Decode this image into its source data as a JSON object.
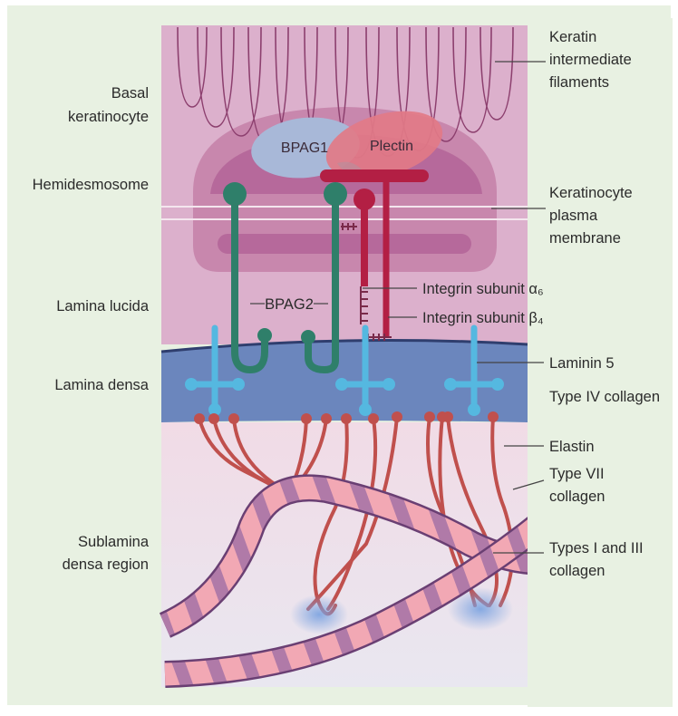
{
  "diagram": {
    "left_labels": {
      "basal_keratinocyte": [
        "Basal",
        "keratinocyte"
      ],
      "hemidesmosome": "Hemidesmosome",
      "lamina_lucida": "Lamina lucida",
      "lamina_densa": "Lamina densa",
      "sublamina_densa_region": [
        "Sublamina",
        "densa region"
      ]
    },
    "right_labels": {
      "keratin_filaments": [
        "Keratin",
        "intermediate",
        "filaments"
      ],
      "plasma_membrane": [
        "Keratinocyte",
        "plasma",
        "membrane"
      ],
      "integrin_alpha6": "Integrin subunit α₆",
      "integrin_beta4": "Integrin subunit β₄",
      "laminin5": "Laminin 5",
      "type_iv_collagen": "Type IV collagen",
      "elastin": "Elastin",
      "type_vii_collagen": [
        "Type VII",
        "collagen"
      ],
      "types_i_iii_collagen": [
        "Types I and III",
        "collagen"
      ]
    },
    "inner_labels": {
      "bpag1": "BPAG1",
      "plectin": "Plectin",
      "bpag2": "BPAG2"
    },
    "colors": {
      "panel_bg": "#e8f1e2",
      "cell": "#d29cbf",
      "cell_dark": "#b56a9a",
      "lamina_densa": "#6b86bd",
      "sublamina": "#efdbe4",
      "bpag1": "#a8b8d8",
      "plectin": "#e27a87",
      "bpag2": "#2f7f6a",
      "integrin": "#b31f44",
      "laminin": "#55b8e0",
      "anchoring_fibril": "#c0504d",
      "collagen_band_light": "#f2a8b4",
      "collagen_band_dark": "#a76aa0"
    }
  }
}
